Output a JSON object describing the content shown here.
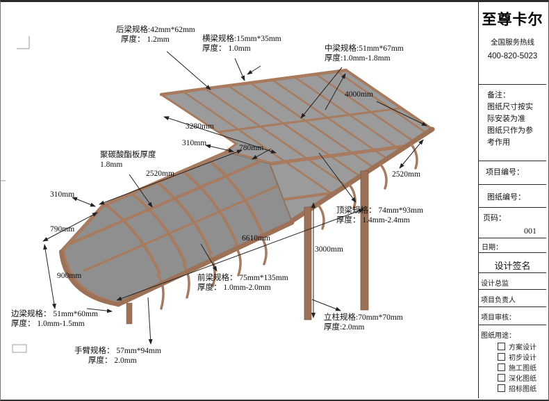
{
  "brand": {
    "name": "至尊卡尔",
    "hotline_label": "全国服务热线",
    "hotline_number": "400-820-5023"
  },
  "sidebar": {
    "note_title": "备注：",
    "note_lines": [
      "图纸尺寸按实",
      "际安装为准",
      "图纸只作为参",
      "考作用"
    ],
    "project_no_label": "项目编号：",
    "drawing_no_label": "图纸编号：",
    "page_label": "页码：",
    "page_value": "001",
    "date_label": "日期：",
    "sign_header": "设计签名",
    "sign_rows": [
      "设计总监",
      "项目负责人",
      "项目审核："
    ],
    "usage_label": "图纸用途：",
    "usage_options": [
      "方案设计",
      "初步设计",
      "施工图纸",
      "深化图纸",
      "招标图纸"
    ]
  },
  "annotations": {
    "rear_beam": {
      "line1": "后梁规格:42mm*62mm",
      "line2": "厚度： 1.2mm"
    },
    "cross_beam": {
      "line1": "横梁规格:15mm*35mm",
      "line2": "厚度： 1.0mm"
    },
    "mid_beam": {
      "line1": "中梁规格:51mm*67mm",
      "line2": "厚度:1.0mm-1.8mm"
    },
    "top_beam": {
      "line1": "顶梁规格： 74mm*93mm",
      "line2": "厚度： 1.4mm-2.4mm"
    },
    "front_beam": {
      "line1": "前梁规格： 75mm*135mm",
      "line2": "厚度： 1.0mm-2.0mm"
    },
    "side_beam": {
      "line1": "边梁规格： 51mm*60mm",
      "line2": "厚度： 1.0mm-1.5mm"
    },
    "arm": {
      "line1": "手臂规格： 57mm*94mm",
      "line2": "厚度： 2.0mm"
    },
    "post": {
      "line1": "立柱规格:70mm*70mm",
      "line2": "厚度:2.0mm"
    },
    "panel": {
      "line1": "聚碳酸酯板厚度",
      "line2": "1.8mm"
    }
  },
  "dimensions": {
    "d4000": "4000mm",
    "d3280": "3280mm",
    "d310_top": "310mm",
    "d780": "780mm",
    "d2520_left": "2520mm",
    "d310_left": "310mm",
    "d790": "790mm",
    "d900": "900mm",
    "d6610": "6610mm",
    "d3000": "3000mm",
    "d2520_right": "2520mm"
  },
  "colors": {
    "frame_brown": "#a87a5e",
    "frame_dark": "#7d5844",
    "panel_gray": "#979797",
    "line_black": "#222222"
  }
}
